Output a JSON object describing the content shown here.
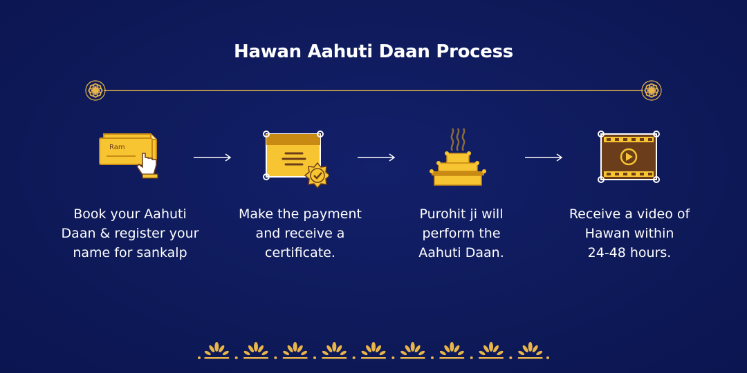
{
  "title": "Hawan Aahuti Daan Process",
  "steps": [
    {
      "icon": "name-card-hand-icon",
      "card_name": "Ram",
      "text": "Book your Aahuti\nDaan & register your\nname for sankalp"
    },
    {
      "icon": "certificate-icon",
      "text": "Make the payment\nand receive a\ncertificate."
    },
    {
      "icon": "hawan-kund-icon",
      "text": "Purohit ji will\nperform the\nAahuti Daan."
    },
    {
      "icon": "video-film-icon",
      "text": "Receive a video of\nHawan within\n24-48 hours."
    }
  ],
  "colors": {
    "background": "#0e1a5a",
    "gold": "#f7c531",
    "gold_dark": "#c98a14",
    "ornament": "#e9b54a",
    "brown": "#6b3d1a"
  }
}
